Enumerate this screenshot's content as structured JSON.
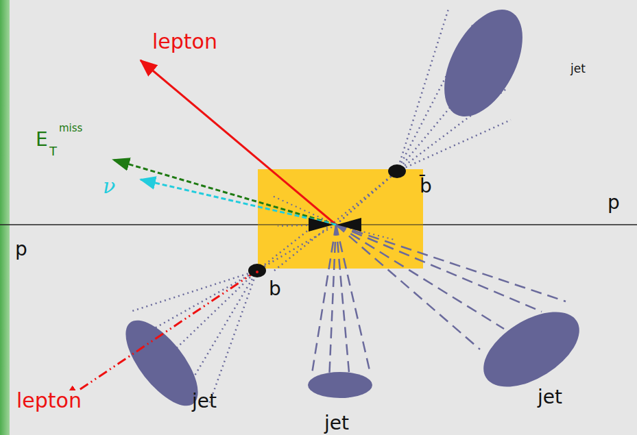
{
  "diagram": {
    "labels": [
      "lepton",
      "E",
      "T",
      "miss",
      "ν",
      "b̄",
      "p",
      "p",
      "b",
      "lepton",
      "jet",
      "jet",
      "jet",
      "jet"
    ]
  }
}
